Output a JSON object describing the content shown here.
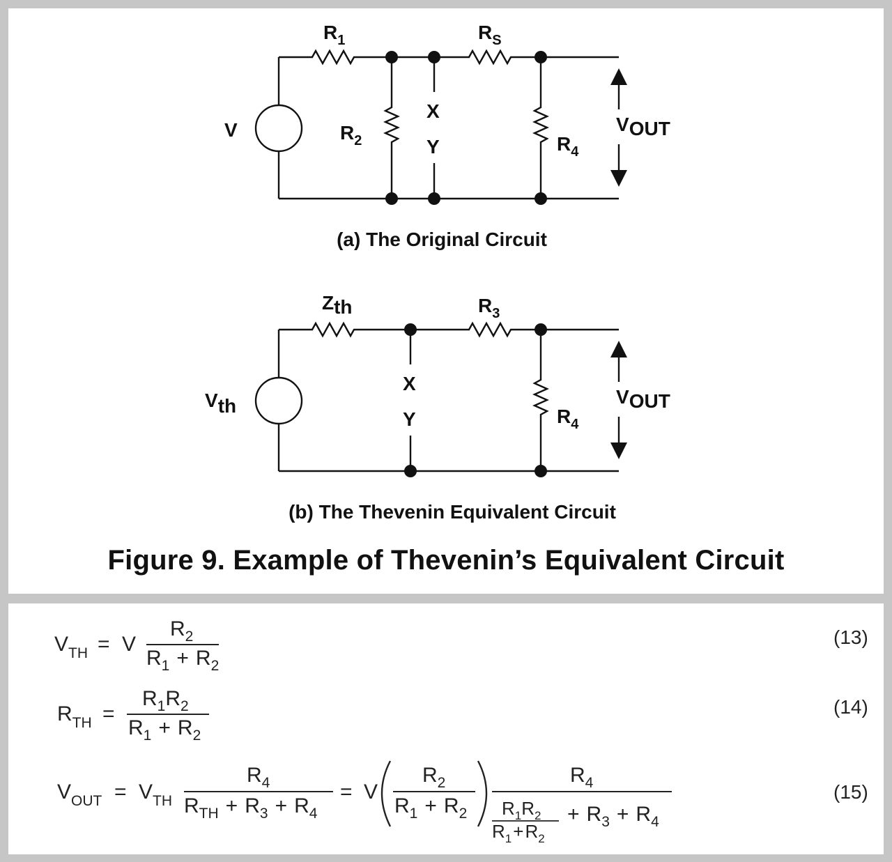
{
  "circuit_a": {
    "caption": "(a) The Original Circuit",
    "source": {
      "main": "V"
    },
    "r1": {
      "main": "R",
      "sub": "1"
    },
    "rs": {
      "main": "R",
      "sub": "S"
    },
    "r2": {
      "main": "R",
      "sub": "2"
    },
    "r4": {
      "main": "R",
      "sub": "4"
    },
    "x": "X",
    "y": "Y",
    "vout": {
      "main": "V",
      "sub": "OUT"
    }
  },
  "circuit_b": {
    "caption": "(b) The Thevenin Equivalent Circuit",
    "source": {
      "main": "V",
      "sub": "th"
    },
    "zth": {
      "main": "Z",
      "sub": "th"
    },
    "r3": {
      "main": "R",
      "sub": "3"
    },
    "r4": {
      "main": "R",
      "sub": "4"
    },
    "x": "X",
    "y": "Y",
    "vout": {
      "main": "V",
      "sub": "OUT"
    }
  },
  "figure_title": "Figure 9.  Example of Thevenin’s Equivalent Circuit",
  "equations": {
    "eq13": {
      "number": "(13)",
      "lhs": "V",
      "lhs_sub": "TH",
      "eq": "=",
      "coef": "V",
      "num": "R",
      "num_sub": "2",
      "den_a": "R",
      "den_a_sub": "1",
      "plus": "+",
      "den_b": "R",
      "den_b_sub": "2"
    },
    "eq14": {
      "number": "(14)",
      "lhs": "R",
      "lhs_sub": "TH",
      "eq": "=",
      "num_a": "R",
      "num_a_sub": "1",
      "num_b": "R",
      "num_b_sub": "2",
      "den_a": "R",
      "den_a_sub": "1",
      "plus": "+",
      "den_b": "R",
      "den_b_sub": "2"
    },
    "eq15": {
      "number": "(15)",
      "lhs": "V",
      "lhs_sub": "OUT",
      "eq": "=",
      "vth": "V",
      "vth_sub": "TH",
      "f1_num": "R",
      "f1_num_sub": "4",
      "f1_den_a": "R",
      "f1_den_a_sub": "TH",
      "plus": "+",
      "f1_den_b": "R",
      "f1_den_b_sub": "3",
      "f1_den_c": "R",
      "f1_den_c_sub": "4",
      "eq2": "=",
      "v": "V",
      "f2_num": "R",
      "f2_num_sub": "2",
      "f2_den_a": "R",
      "f2_den_a_sub": "1",
      "f2_den_b": "R",
      "f2_den_b_sub": "2",
      "f3_num": "R",
      "f3_num_sub": "4",
      "f3_in_num_a": "R",
      "f3_in_num_a_sub": "1",
      "f3_in_num_b": "R",
      "f3_in_num_b_sub": "2",
      "f3_in_den_a": "R",
      "f3_in_den_a_sub": "1",
      "f3_in_den_b": "R",
      "f3_in_den_b_sub": "2",
      "f3_tail_a": "R",
      "f3_tail_a_sub": "3",
      "f3_tail_b": "R",
      "f3_tail_b_sub": "4"
    }
  }
}
